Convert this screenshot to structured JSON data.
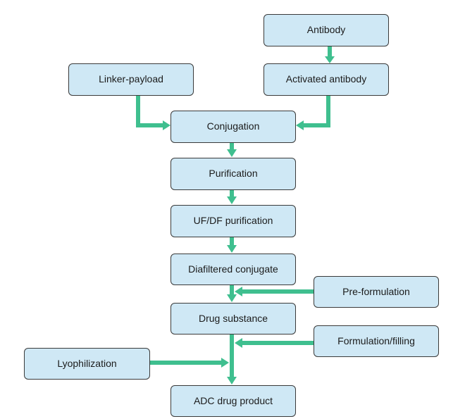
{
  "colors": {
    "node_fill": "#cfe8f5",
    "node_border": "#3a3a3a",
    "arrow": "#3fbf8f"
  },
  "nodes": {
    "antibody": "Antibody",
    "activated_antibody": "Activated antibody",
    "linker_payload": "Linker-payload",
    "conjugation": "Conjugation",
    "purification": "Purification",
    "ufdf_purification": "UF/DF purification",
    "diafiltered_conjugate": "Diafiltered conjugate",
    "pre_formulation": "Pre-formulation",
    "drug_substance": "Drug substance",
    "formulation_filling": "Formulation/filling",
    "lyophilization": "Lyophilization",
    "adc_drug_product": "ADC drug product"
  }
}
